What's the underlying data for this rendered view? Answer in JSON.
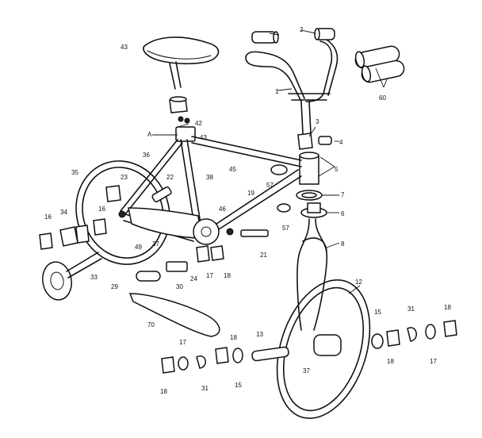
{
  "labels": {
    "l1": "1",
    "l2": "2",
    "l3": "3",
    "l4": "4",
    "l5": "5",
    "l6": "6",
    "l7": "7",
    "l8": "8",
    "l12": "12",
    "l13": "13",
    "l15a": "15",
    "l15b": "15",
    "l16a": "16",
    "l16b": "16",
    "l17a": "17",
    "l17b": "17",
    "l17c": "17",
    "l18a": "18",
    "l18b": "18",
    "l18c": "18",
    "l18d": "18",
    "l18e": "18",
    "l19": "19",
    "l21": "21",
    "l22": "22",
    "l23": "23",
    "l24": "24",
    "l29": "29",
    "l30": "30",
    "l31a": "31",
    "l31b": "31",
    "l33": "33",
    "l34": "34",
    "l35": "35",
    "l36": "36",
    "l37a": "37",
    "l37b": "37",
    "l38": "38",
    "l42": "42",
    "l43a": "43",
    "l43b": "43",
    "l45": "45",
    "l46": "46",
    "l49": "49",
    "l57a": "57",
    "l57b": "57",
    "l60": "60",
    "l70": "70",
    "lA": "A"
  }
}
